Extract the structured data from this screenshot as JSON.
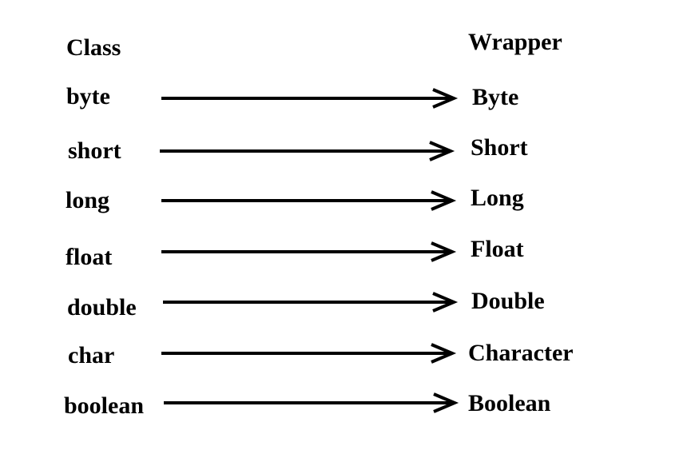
{
  "headers": {
    "class": "Class",
    "wrapper": "Wrapper"
  },
  "rows": [
    {
      "primitive": "byte",
      "wrapper": "Byte"
    },
    {
      "primitive": "short",
      "wrapper": "Short"
    },
    {
      "primitive": "long",
      "wrapper": "Long"
    },
    {
      "primitive": "float",
      "wrapper": "Float"
    },
    {
      "primitive": "double",
      "wrapper": "Double"
    },
    {
      "primitive": "char",
      "wrapper": "Character"
    },
    {
      "primitive": "boolean",
      "wrapper": "Boolean"
    }
  ],
  "colors": {
    "text": "#000000",
    "arrow": "#000000",
    "background": "#ffffff"
  }
}
